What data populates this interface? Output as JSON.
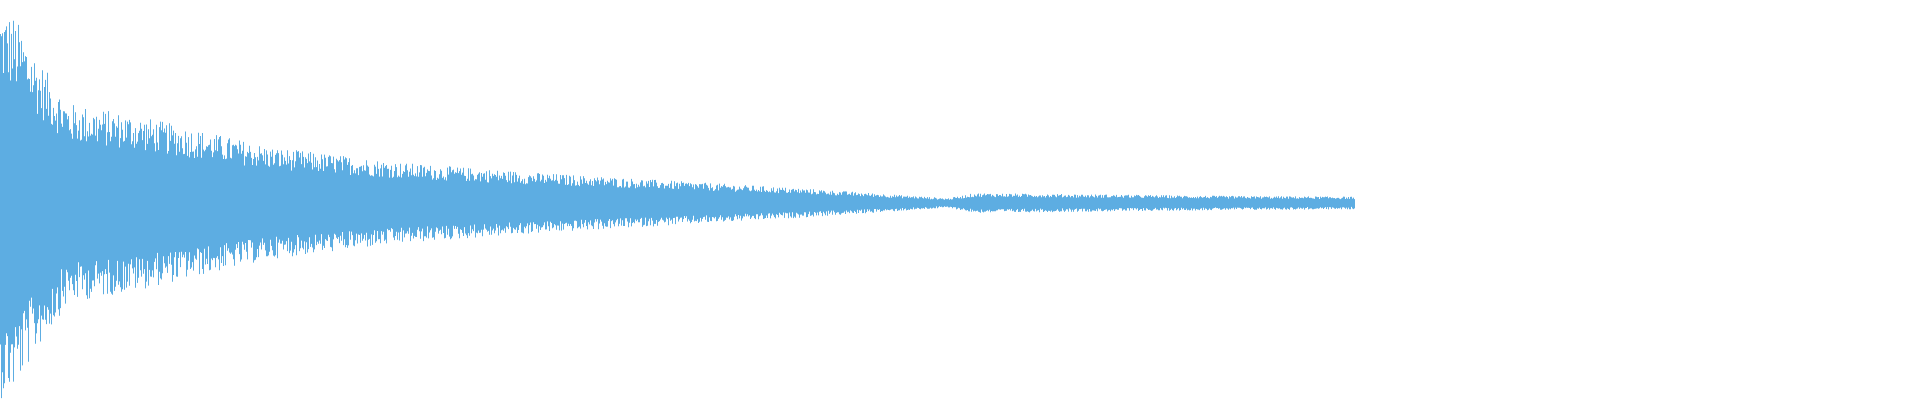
{
  "waveform": {
    "color": "#5DADE2",
    "background": "#FFFFFF",
    "envelope_points": [
      {
        "t": 0.0,
        "amp": 0.49
      },
      {
        "t": 0.01,
        "amp": 0.47
      },
      {
        "t": 0.03,
        "amp": 0.35
      },
      {
        "t": 0.05,
        "amp": 0.25
      },
      {
        "t": 0.1,
        "amp": 0.22
      },
      {
        "t": 0.15,
        "amp": 0.18
      },
      {
        "t": 0.2,
        "amp": 0.14
      },
      {
        "t": 0.3,
        "amp": 0.1
      },
      {
        "t": 0.4,
        "amp": 0.075
      },
      {
        "t": 0.5,
        "amp": 0.055
      },
      {
        "t": 0.6,
        "amp": 0.035
      },
      {
        "t": 0.7,
        "amp": 0.012
      },
      {
        "t": 0.72,
        "amp": 0.025
      },
      {
        "t": 0.8,
        "amp": 0.022
      },
      {
        "t": 0.9,
        "amp": 0.018
      },
      {
        "t": 1.0,
        "amp": 0.016
      }
    ],
    "extent_fraction": 0.705,
    "dc_offset": -0.015
  }
}
